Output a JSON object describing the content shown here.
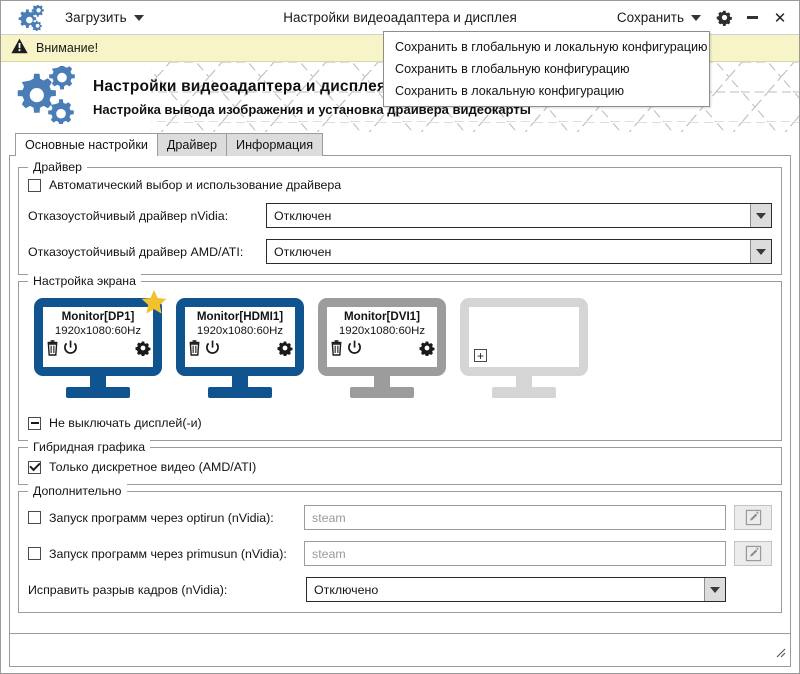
{
  "titlebar": {
    "app_icon": "gears-icon",
    "load_menu_label": "Загрузить",
    "window_title": "Настройки видеоадаптера и дисплея",
    "save_menu_label": "Сохранить",
    "settings_icon": "gear-icon",
    "minimize_label": "minimize-icon",
    "close_label": "✕"
  },
  "save_dropdown": {
    "items": [
      "Сохранить в глобальную и локальную конфигурацию",
      "Сохранить в глобальную конфигурацию",
      "Сохранить в локальную конфигурацию"
    ]
  },
  "warning": {
    "icon": "warning-triangle-icon",
    "text": "Внимание!",
    "bg": "#f7f5c8"
  },
  "banner": {
    "icon": "gears-icon",
    "title": "Настройки видеоадаптера и дисплея",
    "subtitle": "Настройка вывода изображения и установка драйвера видеокарты"
  },
  "tabs": [
    {
      "label": "Основные настройки",
      "active": true
    },
    {
      "label": "Драйвер",
      "active": false
    },
    {
      "label": "Информация",
      "active": false
    }
  ],
  "driver_group": {
    "legend": "Драйвер",
    "auto_checkbox": {
      "label": "Автоматический выбор и использование драйвера",
      "state": "unchecked"
    },
    "nvidia": {
      "label": "Отказоустойчивый драйвер nVidia:",
      "value": "Отключен"
    },
    "amd": {
      "label": "Отказоустойчивый драйвер AMD/ATI:",
      "value": "Отключен"
    }
  },
  "screen_group": {
    "legend": "Настройка экрана",
    "monitors": [
      {
        "name": "Monitor[DP1]",
        "resolution": "1920x1080:60Hz",
        "state": "active",
        "primary": true,
        "color": "#10548f",
        "icons": [
          "trash-icon",
          "power-icon",
          "gear-icon"
        ]
      },
      {
        "name": "Monitor[HDMI1]",
        "resolution": "1920x1080:60Hz",
        "state": "active",
        "primary": false,
        "color": "#10548f",
        "icons": [
          "trash-icon",
          "power-icon",
          "gear-icon"
        ]
      },
      {
        "name": "Monitor[DVI1]",
        "resolution": "1920x1080:60Hz",
        "state": "disabled",
        "primary": false,
        "color": "#9c9c9c",
        "icons": [
          "trash-icon",
          "power-icon",
          "gear-icon"
        ]
      },
      {
        "name": "",
        "resolution": "",
        "state": "empty",
        "primary": false,
        "color": "#d5d5d5",
        "icons": [
          "plus-icon"
        ]
      }
    ],
    "no_blank_checkbox": {
      "label": "Не выключать дисплей(-и)",
      "state": "indeterminate"
    }
  },
  "hybrid_group": {
    "legend": "Гибридная графика",
    "discrete_checkbox": {
      "label": "Только дискретное видео (AMD/ATI)",
      "state": "checked"
    }
  },
  "extra_group": {
    "legend": "Дополнительно",
    "optirun": {
      "label": "Запуск программ через optirun (nVidia):",
      "state": "unchecked",
      "placeholder": "steam",
      "edit_icon": "pencil-edit-icon"
    },
    "primusun": {
      "label": "Запуск программ через primusun (nVidia):",
      "state": "unchecked",
      "placeholder": "steam",
      "edit_icon": "pencil-edit-icon"
    },
    "tearfix": {
      "label": "Исправить разрыв кадров (nVidia):",
      "value": "Отключено"
    }
  },
  "statusbar": {
    "text": "",
    "grip": "resize-grip-icon"
  },
  "colors": {
    "accent_blue": "#10548f",
    "icon_blue": "#4a7db5",
    "star_gold": "#f2c12e",
    "warning_bg": "#f7f5c8",
    "disabled_gray": "#9c9c9c",
    "empty_gray": "#d5d5d5"
  }
}
